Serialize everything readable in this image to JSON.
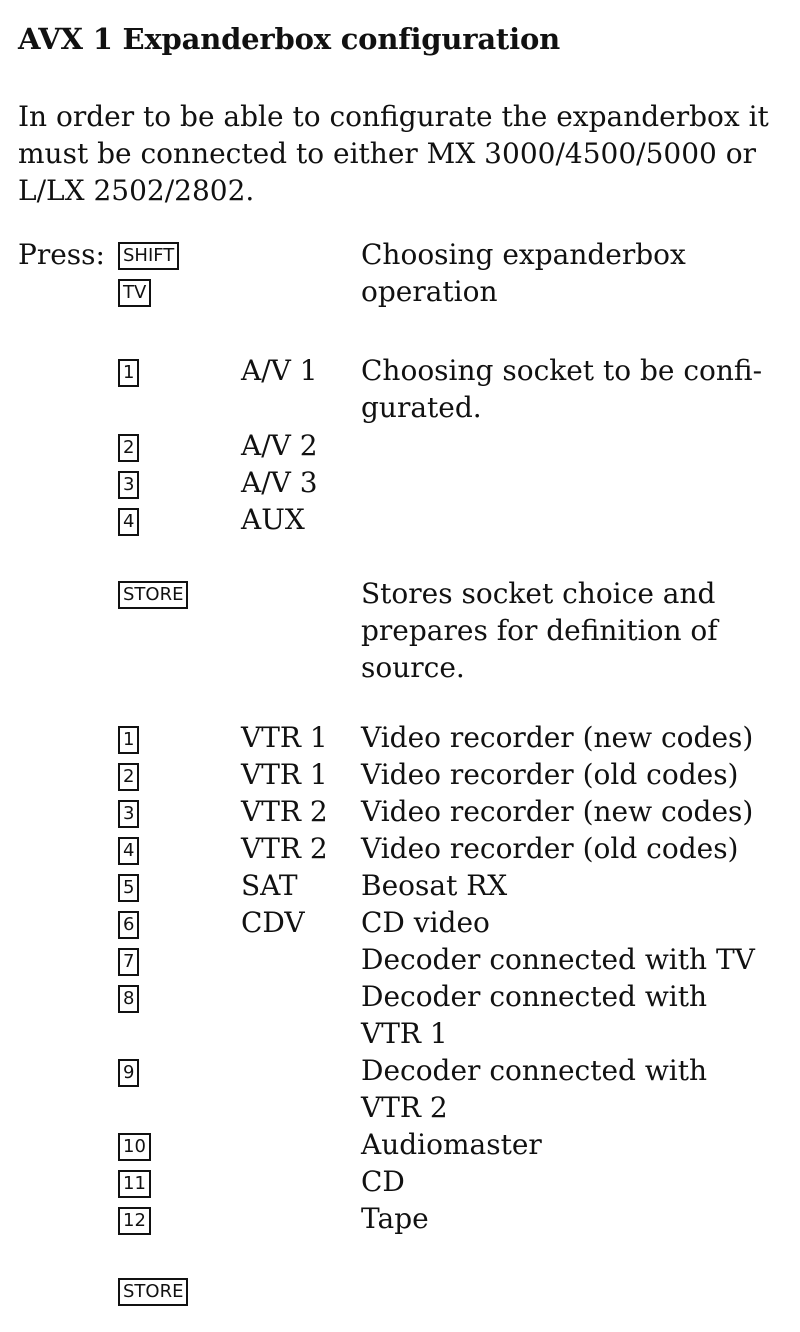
{
  "title": "AVX 1 Expanderbox configuration",
  "intro": [
    "In order to be able to configurate the expanderbox it",
    "must be connected to either MX 3000/4500/5000 or",
    "L/LX 2502/2802."
  ],
  "press_label": "Press:",
  "group1": {
    "keys": [
      "SHIFT",
      "TV"
    ],
    "desc": [
      "Choosing expanderbox",
      "operation"
    ]
  },
  "group2": {
    "rows": [
      {
        "key": "1",
        "label": "A/V 1"
      },
      {
        "key": "2",
        "label": "A/V 2"
      },
      {
        "key": "3",
        "label": "A/V 3"
      },
      {
        "key": "4",
        "label": "AUX"
      }
    ],
    "desc": [
      "Choosing socket to be confi-",
      "gurated."
    ]
  },
  "group3": {
    "key": "STORE",
    "desc": [
      "Stores socket choice and",
      "prepares for definition of",
      "source."
    ]
  },
  "group4": {
    "rows": [
      {
        "key": "1",
        "label": "VTR 1",
        "desc": [
          "Video recorder (new codes)"
        ]
      },
      {
        "key": "2",
        "label": "VTR 1",
        "desc": [
          "Video recorder (old codes)"
        ]
      },
      {
        "key": "3",
        "label": "VTR 2",
        "desc": [
          "Video recorder (new codes)"
        ]
      },
      {
        "key": "4",
        "label": "VTR 2",
        "desc": [
          "Video recorder (old codes)"
        ]
      },
      {
        "key": "5",
        "label": "SAT",
        "desc": [
          "Beosat RX"
        ]
      },
      {
        "key": "6",
        "label": "CDV",
        "desc": [
          "CD video"
        ]
      },
      {
        "key": "7",
        "label": "",
        "desc": [
          "Decoder connected with TV"
        ]
      },
      {
        "key": "8",
        "label": "",
        "desc": [
          "Decoder connected with",
          "VTR 1"
        ]
      },
      {
        "key": "9",
        "label": "",
        "desc": [
          "Decoder connected with",
          "VTR 2"
        ]
      },
      {
        "key": "10",
        "label": "",
        "desc": [
          "Audiomaster"
        ]
      },
      {
        "key": "11",
        "label": "",
        "desc": [
          "CD"
        ]
      },
      {
        "key": "12",
        "label": "",
        "desc": [
          "Tape"
        ]
      }
    ]
  },
  "group5": {
    "key": "STORE"
  }
}
